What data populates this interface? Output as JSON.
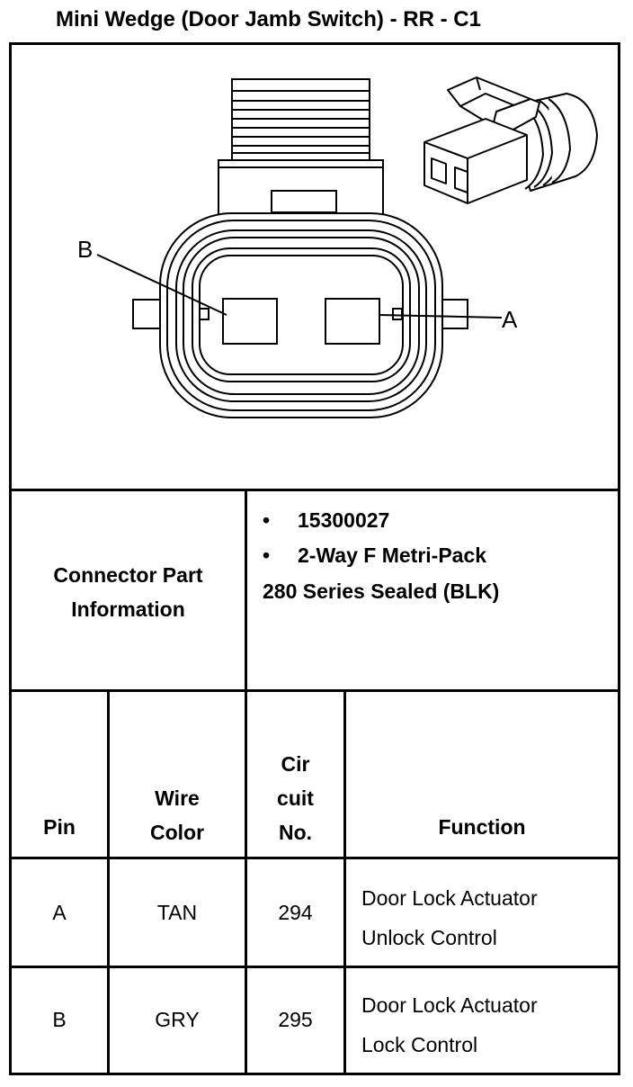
{
  "title": "Mini Wedge (Door Jamb Switch) - RR - C1",
  "pin_labels": {
    "b": "B",
    "a": "A"
  },
  "connector_info": {
    "label_line1": "Connector Part",
    "label_line2": "Information",
    "bullet": "•",
    "part_number": "15300027",
    "description_line1": "2-Way F Metri-Pack",
    "description_line2": "280 Series Sealed (BLK)"
  },
  "table": {
    "headers": {
      "pin": "Pin",
      "wire_color_line1": "Wire",
      "wire_color_line2": "Color",
      "circuit_line1": "Cir",
      "circuit_line2": "cuit",
      "circuit_line3": "No.",
      "function": "Function"
    },
    "rows": [
      {
        "pin": "A",
        "wire_color": "TAN",
        "circuit": "294",
        "function_line1": "Door Lock Actuator",
        "function_line2": "Unlock Control"
      },
      {
        "pin": "B",
        "wire_color": "GRY",
        "circuit": "295",
        "function_line1": "Door Lock Actuator",
        "function_line2": "Lock Control"
      }
    ]
  }
}
